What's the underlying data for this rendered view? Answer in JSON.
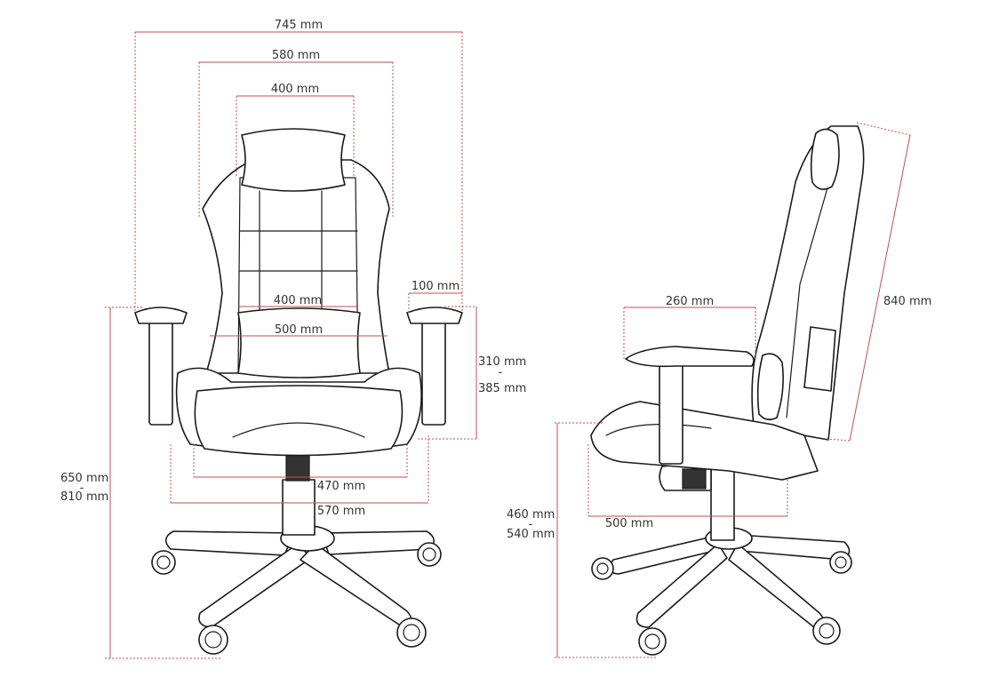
{
  "front_view": {
    "overall_width": "745 mm",
    "backrest_width": "580 mm",
    "headrest_width": "400 mm",
    "armrest_width": "100 mm",
    "lumbar_width": "400 mm",
    "inner_width": "500 mm",
    "armrest_height_min": "310  mm",
    "armrest_height_sep": "-",
    "armrest_height_max": "385 mm",
    "seat_width": "470 mm",
    "seat_base_width": "570 mm",
    "total_height_min": "650 mm",
    "total_height_sep": "-",
    "total_height_max": "810 mm"
  },
  "side_view": {
    "armrest_depth": "260 mm",
    "backrest_height": "840 mm",
    "seat_height_min": "460 mm",
    "seat_height_sep": "-",
    "seat_height_max": "540 mm",
    "seat_depth": "500 mm"
  },
  "colors": {
    "dimension_line": "#c0504d",
    "line_art": "#1a1a1a",
    "label_text": "#333333"
  }
}
